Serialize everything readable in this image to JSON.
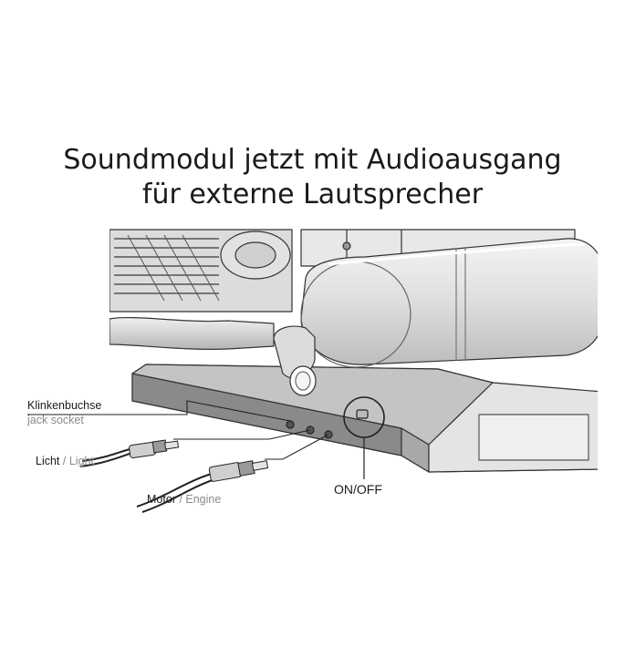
{
  "title": {
    "line1": "Soundmodul jetzt mit Audioausgang",
    "line2": "für externe Lautsprecher"
  },
  "labels": {
    "jack_socket": {
      "de": "Klinkenbuchse",
      "en": "jack socket"
    },
    "light": {
      "de": "Licht",
      "sep": "/",
      "en": "Light"
    },
    "engine": {
      "de": "Motor",
      "sep": "/",
      "en": "Engine"
    },
    "switch": "ON/OFF"
  },
  "colors": {
    "line": "#333333",
    "fill_light": "#e6e6e6",
    "fill_mid": "#c9c9c9",
    "fill_dark": "#8c8c8c"
  }
}
